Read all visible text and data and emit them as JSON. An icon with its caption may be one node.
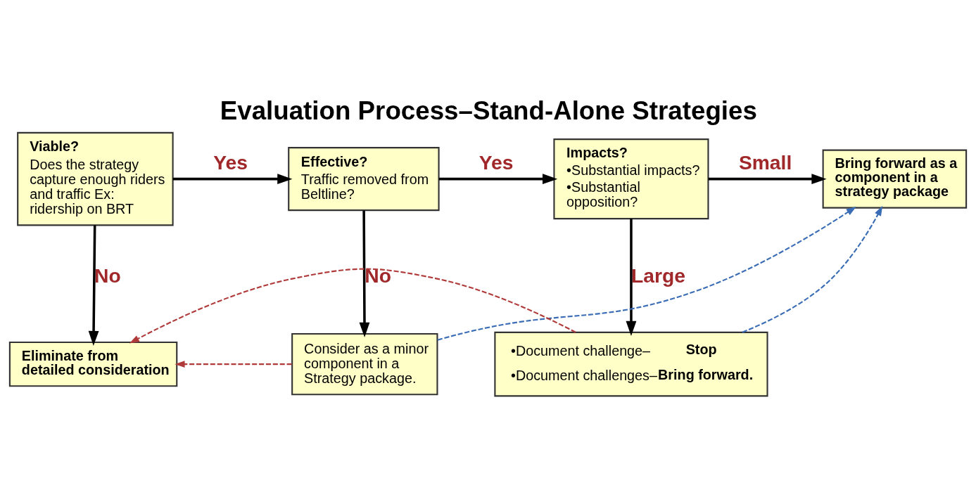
{
  "diagram": {
    "title": "Evaluation Process–Stand-Alone Strategies",
    "nodes": [
      {
        "text": [
          "Viable?",
          "Does the strategy capture enough riders and traffic Ex: ridership on BRT"
        ]
      },
      {
        "text": [
          "Effective?",
          "Traffic removed from Beltline?"
        ]
      },
      {
        "text": [
          "Impacts?",
          "•Substantial impacts?",
          "•Substantial opposition?"
        ]
      },
      {
        "text": [
          "Bring forward as a component in a strategy package"
        ]
      },
      {
        "text": [
          "Eliminate from detailed consideration"
        ]
      },
      {
        "text": [
          "Consider as a minor component in a Strategy package."
        ]
      },
      {
        "text": [
          "•Document challenge–**Stop**",
          "•Document challenges–**Bring forward.**"
        ]
      }
    ],
    "edges": [
      {
        "from": 0,
        "to": 1,
        "arrow": "to",
        "label": "Yes"
      },
      {
        "from": 1,
        "to": 2,
        "arrow": "to",
        "label": "Yes"
      },
      {
        "from": 2,
        "to": 3,
        "arrow": "to",
        "label": "Small"
      },
      {
        "from": 0,
        "to": 4,
        "arrow": "to",
        "label": "No"
      },
      {
        "from": 1,
        "to": 5,
        "arrow": "to",
        "label": "No"
      },
      {
        "from": 2,
        "to": 6,
        "arrow": "to",
        "label": "Large"
      },
      {
        "from": 5,
        "to": 3,
        "arrow": "to",
        "style": "dashed",
        "color": "#3a6db5"
      },
      {
        "from": 6,
        "to": 3,
        "arrow": "to",
        "style": "dashed",
        "color": "#3a6db5"
      },
      {
        "from": 5,
        "to": 4,
        "arrow": "to",
        "style": "dashed",
        "color": "#b03a3a"
      },
      {
        "from": 6,
        "to": 4,
        "arrow": "to",
        "style": "dashed",
        "color": "#b03a3a"
      }
    ]
  }
}
